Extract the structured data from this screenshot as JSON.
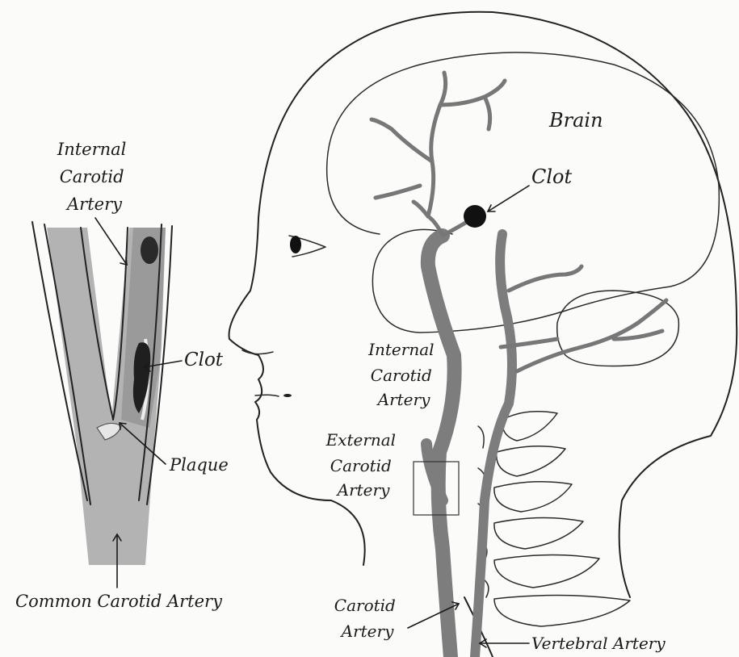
{
  "colors": {
    "paper": "#fbfbfa",
    "ink": "#222222",
    "vessel": "#7d7d7d",
    "vessel_light": "#b3b3b3",
    "clot": "#111111"
  },
  "detail": {
    "internal_carotid": [
      "Internal",
      "Carotid",
      "Artery"
    ],
    "clot": "Clot",
    "plaque": "Plaque",
    "common_carotid": "Common Carotid Artery"
  },
  "head": {
    "brain": "Brain",
    "clot": "Clot",
    "internal_carotid": [
      "Internal",
      "Carotid",
      "Artery"
    ],
    "external_carotid": [
      "External",
      "Carotid",
      "Artery"
    ],
    "carotid": [
      "Carotid",
      "Artery"
    ],
    "vertebral": "Vertebral Artery"
  }
}
